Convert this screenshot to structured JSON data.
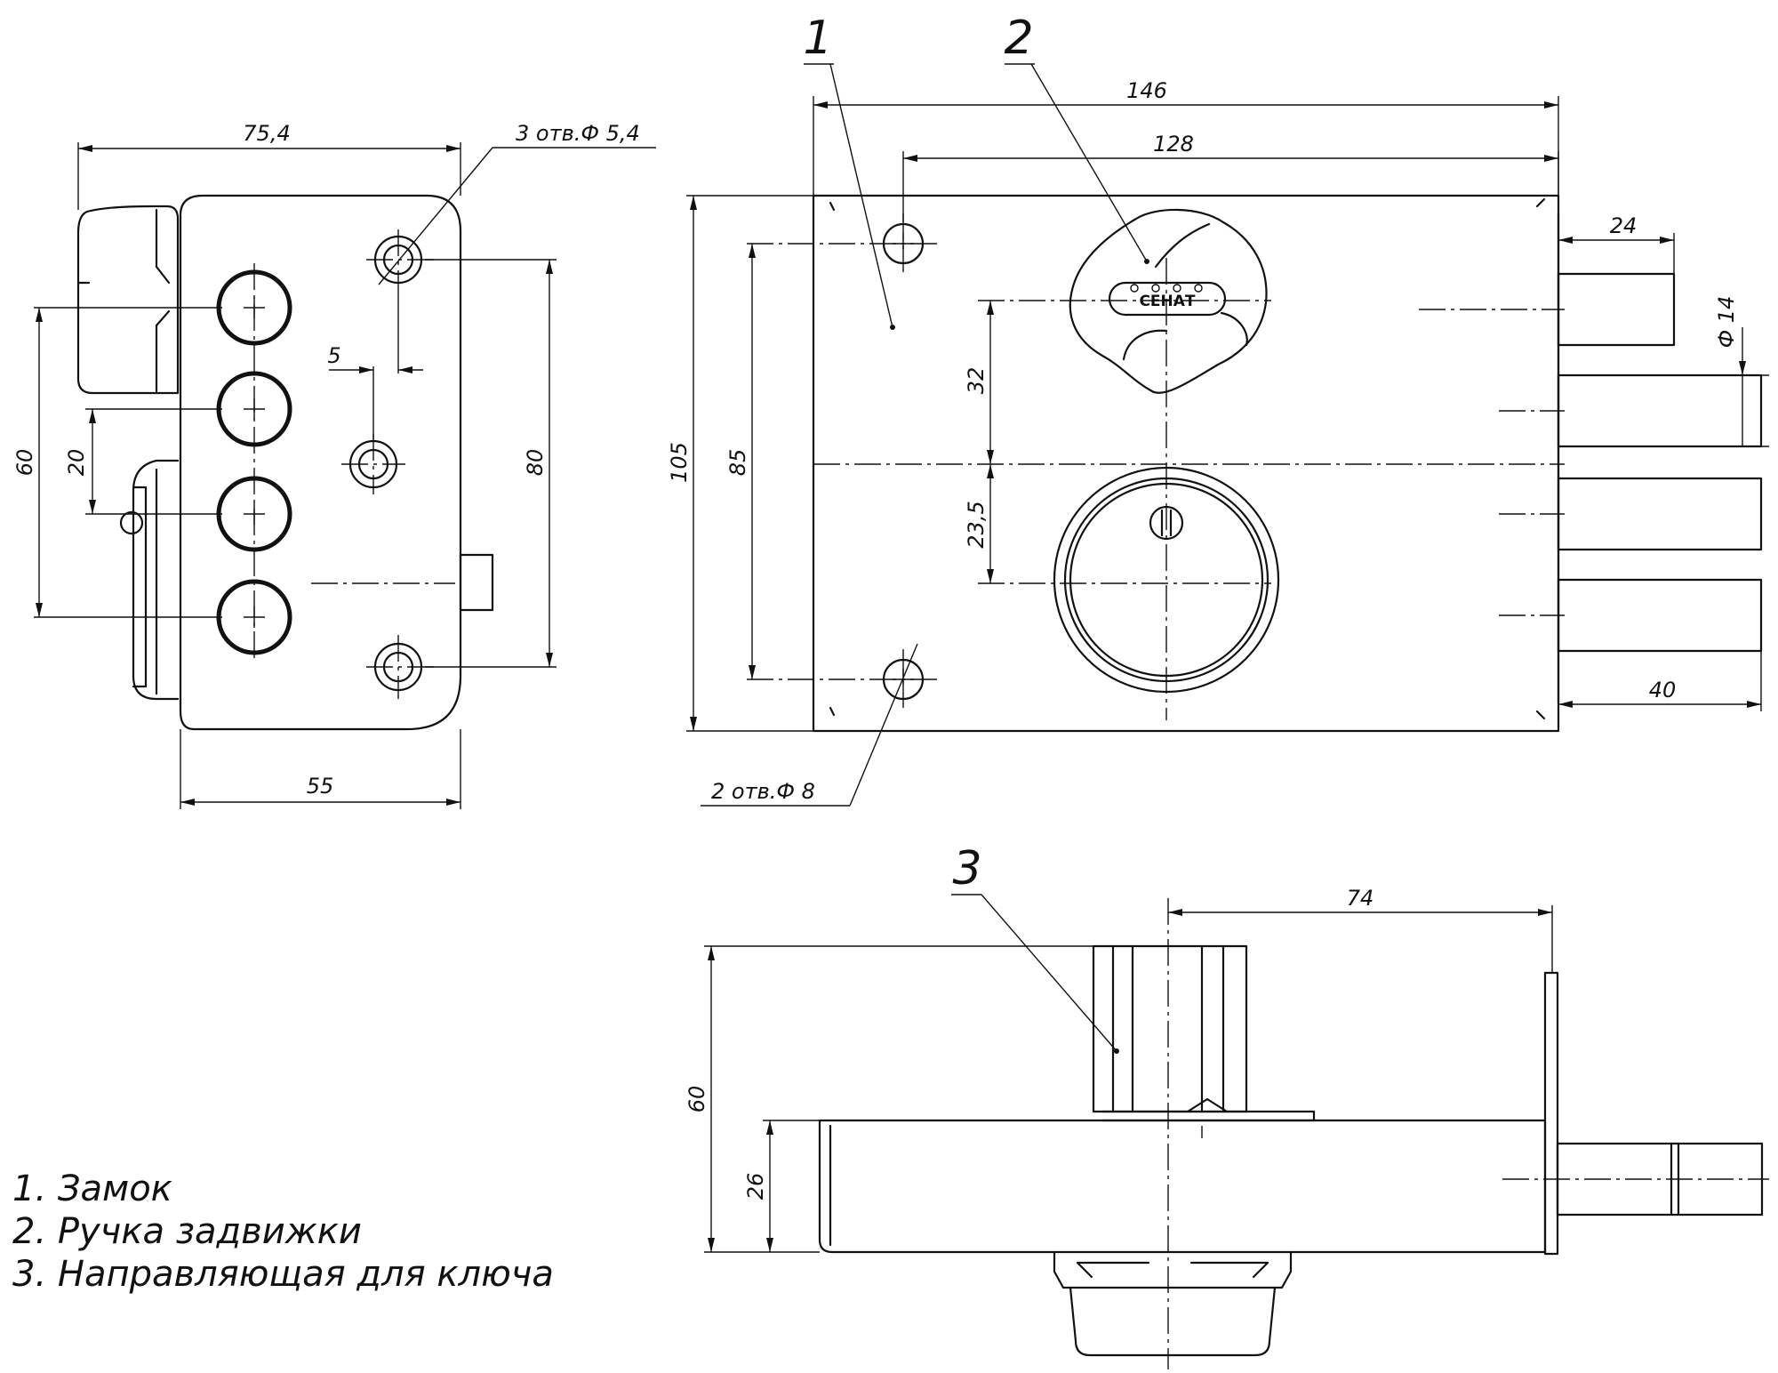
{
  "callouts": {
    "lock": "1",
    "handle": "2",
    "guide": "3"
  },
  "brand": "СЕНАТ",
  "holes": {
    "three": "3 отв.Ф 5,4",
    "two": "2 отв.Ф 8"
  },
  "dimensions": {
    "side_width_top": "75,4",
    "side_height_60": "60",
    "side_spacing_20": "20",
    "side_offset_5": "5",
    "side_height_80": "80",
    "side_width_55": "55",
    "front_width_146": "146",
    "front_width_128": "128",
    "front_height_105": "105",
    "front_height_85": "85",
    "front_32": "32",
    "front_23_5": "23,5",
    "bolt_24": "24",
    "bolt_dia_14": "Ф 14",
    "bolt_40": "40",
    "top_74": "74",
    "top_60": "60",
    "top_26": "26"
  },
  "legend": [
    "1. Замок",
    "2. Ручка задвижки",
    "3. Направляющая для ключа"
  ]
}
